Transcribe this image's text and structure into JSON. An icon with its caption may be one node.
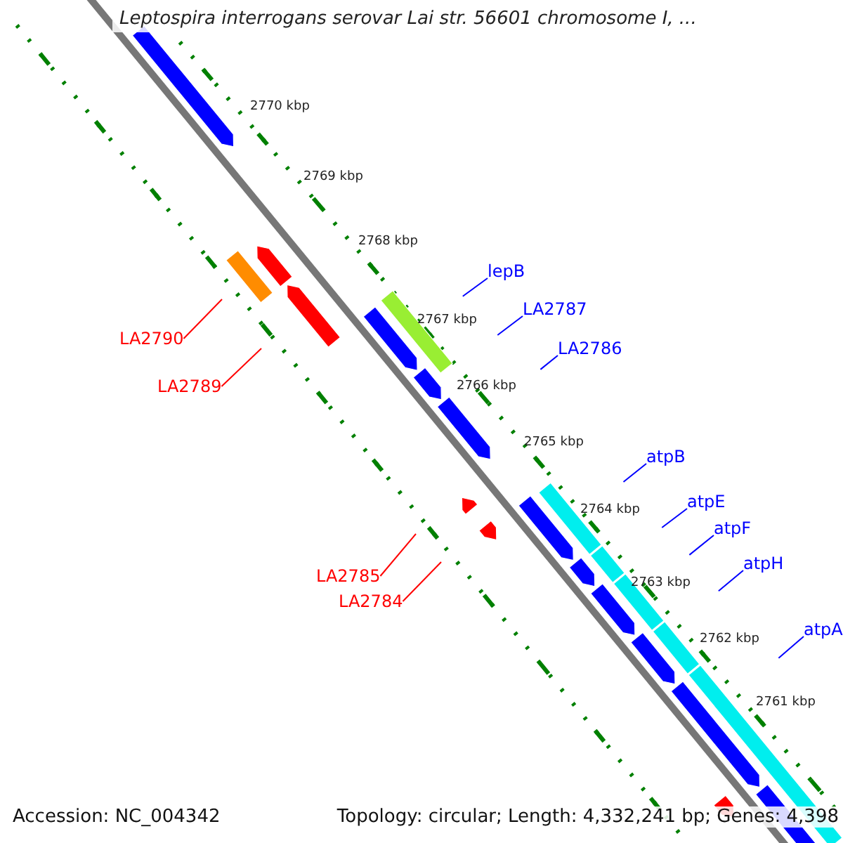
{
  "diagram": {
    "title": "Leptospira interrogans serovar Lai str. 56601 chromosome I, ...",
    "nodes": [
      {
        "text": [
          "lepB"
        ]
      },
      {
        "text": [
          "LA2787"
        ]
      },
      {
        "text": [
          "LA2786"
        ]
      },
      {
        "text": [
          "atpB"
        ]
      },
      {
        "text": [
          "atpE"
        ]
      },
      {
        "text": [
          "atpF"
        ]
      },
      {
        "text": [
          "atpH"
        ]
      },
      {
        "text": [
          "atpA"
        ]
      },
      {
        "text": [
          "LA2790"
        ]
      },
      {
        "text": [
          "LA2789"
        ]
      },
      {
        "text": [
          "LA2785"
        ]
      },
      {
        "text": [
          "LA2784"
        ]
      }
    ],
    "edges": [
      {
        "from": 0,
        "to": null,
        "arrow": "none"
      },
      {
        "from": 1,
        "to": null,
        "arrow": "none"
      },
      {
        "from": 2,
        "to": null,
        "arrow": "none"
      },
      {
        "from": 3,
        "to": null,
        "arrow": "none"
      },
      {
        "from": 4,
        "to": null,
        "arrow": "none"
      },
      {
        "from": 5,
        "to": null,
        "arrow": "none"
      },
      {
        "from": 6,
        "to": null,
        "arrow": "none"
      },
      {
        "from": 7,
        "to": null,
        "arrow": "none"
      },
      {
        "from": 8,
        "to": null,
        "arrow": "none",
        "color": "#ff0000"
      },
      {
        "from": 9,
        "to": null,
        "arrow": "none",
        "color": "#ff0000"
      },
      {
        "from": 10,
        "to": null,
        "arrow": "none",
        "color": "#ff0000"
      },
      {
        "from": 11,
        "to": null,
        "arrow": "none",
        "color": "#ff0000"
      }
    ],
    "labels": [
      "2770 kbp",
      "2769 kbp",
      "2768 kbp",
      "2767 kbp",
      "2766 kbp",
      "2765 kbp",
      "2764 kbp",
      "2763 kbp",
      "2762 kbp",
      "2761 kbp",
      "Accession: NC_004342",
      "Topology: circular; Length: 4,332,241 bp; Genes: 4,398"
    ]
  }
}
